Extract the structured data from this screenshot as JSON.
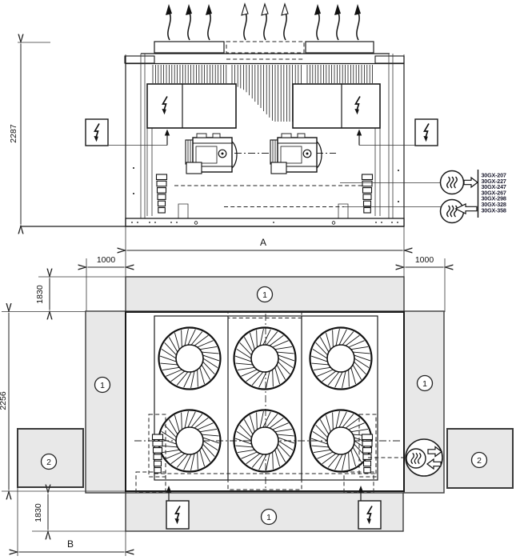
{
  "dimensions": {
    "unit_height": "2287",
    "unit_length": "A",
    "unit_width": "2256",
    "service_length": "B",
    "clearance_side_left": "1000",
    "clearance_side_right": "1000",
    "clearance_end_top": "1830",
    "clearance_end_bottom": "1830"
  },
  "models": [
    "30GX-207",
    "30GX-227",
    "30GX-247",
    "30GX-267",
    "30GX-298",
    "30GX-328",
    "30GX-358"
  ],
  "legend": {
    "clearance_zone": "1",
    "service_zone": "2"
  },
  "icons": {
    "airflow": "curved-up-arrow",
    "electrical_connection": "lightning-bolt",
    "water_connection": "heated-water-circle",
    "water_outlet": "block-arrow-right",
    "water_inlet": "block-arrow-left"
  },
  "colors": {
    "line": "#1a1a1a",
    "clearance_fill": "#e8e8e8",
    "background": "#ffffff"
  }
}
